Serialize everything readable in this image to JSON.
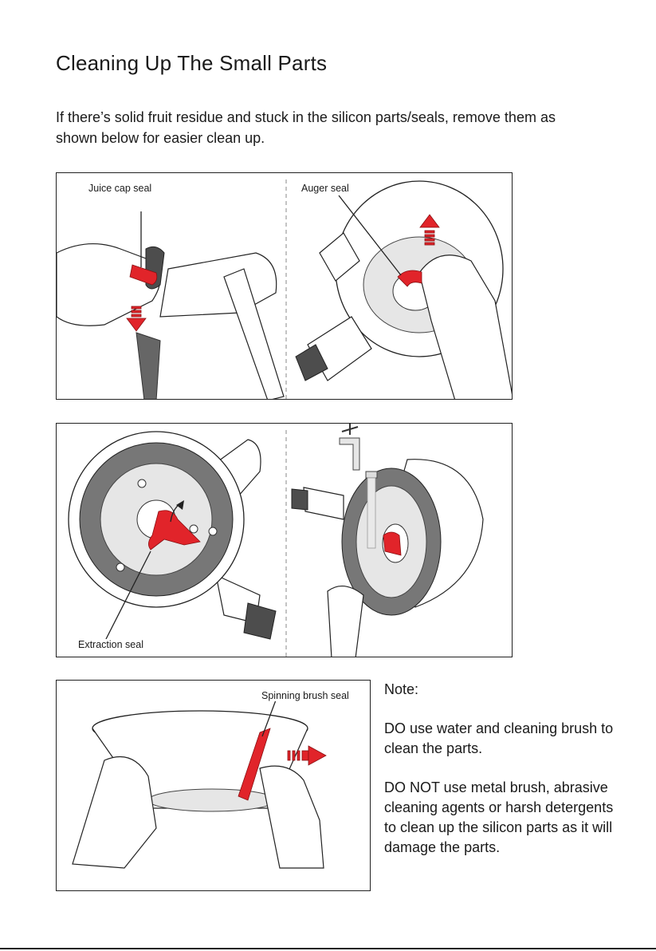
{
  "page": {
    "title": "Cleaning Up The Small Parts",
    "intro": "If there’s solid fruit residue and stuck in the silicon parts/seals, remove them as shown below for easier clean up."
  },
  "panels": {
    "panel1": {
      "left_label": "Juice cap seal",
      "right_label": "Auger seal"
    },
    "panel2": {
      "label": "Extraction seal"
    },
    "panel3": {
      "label": "Spinning brush seal"
    }
  },
  "note": {
    "heading": "Note:",
    "do": "DO use water and cleaning brush to clean the parts.",
    "do_not": "DO NOT use metal brush, abrasive cleaning agents or harsh detergents to clean up the silicon parts as it will damage the parts."
  },
  "colors": {
    "accent_red": "#e1242a",
    "ink": "#1a1a1a",
    "seal_grey": "#666666"
  }
}
